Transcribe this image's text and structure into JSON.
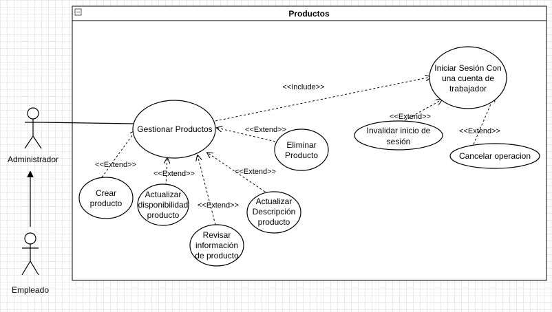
{
  "system": {
    "title": "Productos"
  },
  "actors": {
    "admin": "Administrador",
    "employee": "Empleado"
  },
  "use_cases": {
    "gestionar": "Gestionar Productos",
    "iniciar": [
      "Iniciar Sesión Con",
      "una cuenta de",
      "trabajador"
    ],
    "invalidar": [
      "Invalidar inicio de",
      "sesión"
    ],
    "cancelar": "Cancelar operacion",
    "eliminar": [
      "Eliminar",
      "Producto"
    ],
    "crear": [
      "Crear",
      "producto"
    ],
    "disponibilidad": [
      "Actualizar",
      "disponibilidad",
      "producto"
    ],
    "revisar": [
      "Revisar",
      "información",
      "de producto"
    ],
    "descripcion": [
      "Actualizar",
      "Descripción",
      "producto"
    ]
  },
  "labels": {
    "include": "<<Include>>",
    "extend": "<<Extend>>"
  }
}
